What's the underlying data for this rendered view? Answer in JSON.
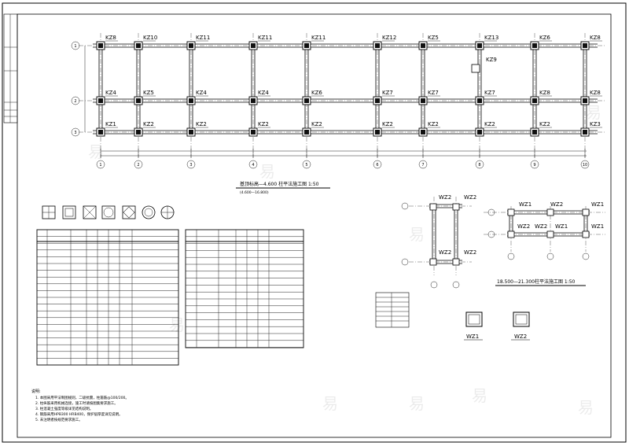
{
  "plan_main": {
    "row_a_labels": [
      "KZ8",
      "KZ10",
      "KZ11",
      "KZ11",
      "KZ11",
      "KZ12",
      "KZ5",
      "KZ13",
      "KZ6",
      "KZ8"
    ],
    "row_b_labels": [
      "KZ4",
      "KZ5",
      "KZ4",
      "KZ4",
      "KZ6",
      "KZ7",
      "KZ7",
      "KZ7",
      "KZ8",
      "KZ8"
    ],
    "row_c_labels": [
      "KZ1",
      "KZ2",
      "KZ2",
      "KZ2",
      "KZ2",
      "KZ2",
      "KZ2",
      "KZ2",
      "KZ2",
      "KZ3"
    ],
    "extra_label": "KZ9",
    "axis_rows": [
      "1",
      "2",
      "3"
    ],
    "axis_cols": [
      "1",
      "2",
      "3",
      "4",
      "5",
      "6",
      "7",
      "8",
      "9",
      "10"
    ],
    "title": "基顶标高—4.600 柱平法施工图 1:50",
    "subtitle": "(4.600—16.800)"
  },
  "plan_small_1": {
    "labels": [
      "WZ2",
      "WZ2",
      "WZ2",
      "WZ2"
    ]
  },
  "plan_small_2": {
    "labels": [
      "WZ1",
      "WZ2",
      "WZ1",
      "WZ2",
      "WZ2",
      "WZ1",
      "WZ1"
    ],
    "title": "18.500—21.300柱平法施工图 1:50"
  },
  "sections": {
    "labels": [
      "WZ1",
      "WZ2"
    ]
  },
  "notes": {
    "heading": "说明:",
    "lines": [
      "1. 本图采用平法制图规则，二级抗震，柱箍筋@100/200。",
      "2. 柱纵筋采用机械连接，施工时请按图集要求施工。",
      "3. 柱混凝土强度等级详见结构说明。",
      "4. 钢筋采用HPB300 HRB400，保护层厚度详见说明。",
      "5. 未注明者按规范要求施工。"
    ]
  },
  "watermark": "易"
}
